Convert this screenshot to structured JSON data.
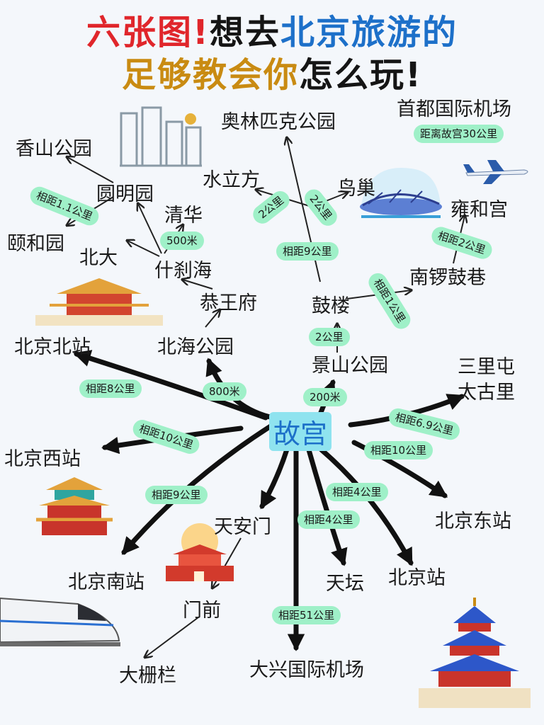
{
  "title": {
    "l1a": "六张图",
    "l1b": "!",
    "l1c": "想去",
    "l1d": "北京旅游的",
    "l2a": "足够教会你",
    "l2b": "怎么玩",
    "l2c": "!"
  },
  "center": "故宫",
  "places": {
    "xiangshan": "香山公园",
    "yuanmingyuan": "圆明园",
    "yiheyuan": "颐和园",
    "qinghua": "清华",
    "beida": "北大",
    "shichahai": "什刹海",
    "gongwangfu": "恭王府",
    "beihai": "北海公园",
    "beijingbei": "北京北站",
    "aolinpike": "奥林匹克公园",
    "shuilifang": "水立方",
    "niaochao": "鸟巢",
    "shoudu": "首都国际机场",
    "yonghegong": "雍和宫",
    "nanluoguxiang": "南锣鼓巷",
    "gulou": "鼓楼",
    "jingshan": "景山公园",
    "sanlitun1": "三里屯",
    "sanlitun2": "太古里",
    "beijingxi": "北京西站",
    "tiananmen": "天安门",
    "beijingnan": "北京南站",
    "qianmen": "门前",
    "dashilan": "大栅栏",
    "tiantan": "天坛",
    "beijingzhan": "北京站",
    "beijingdong": "北京东站",
    "daxing": "大兴国际机场"
  },
  "pills": {
    "yuanming_xiangshan": "相距1.1公里",
    "qinghua_shicha": "500米",
    "shuili": "2公里",
    "niaochao": "2公里",
    "gulou_aolin": "相距9公里",
    "yonghe": "相距2公里",
    "nanluo": "相距1公里",
    "gulou_jingshan": "2公里",
    "beijingbei": "相距8公里",
    "beihai": "800米",
    "jingshan": "200米",
    "sanlitun": "相距6.9公里",
    "beijingxi": "相距10公里",
    "beijingdong": "相距10公里",
    "beijingnan": "相距9公里",
    "beijingzhan": "相距4公里",
    "tiantan": "相距4公里",
    "daxing": "相距51公里",
    "shoudu": "距离故宫30公里"
  }
}
